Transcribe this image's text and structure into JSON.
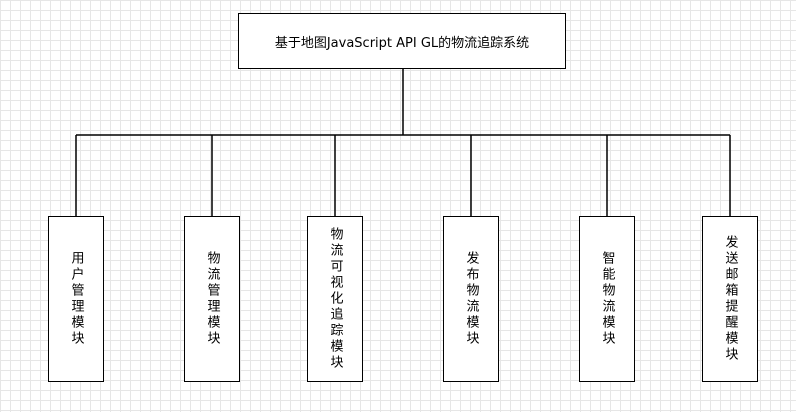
{
  "diagram": {
    "root": {
      "label": "基于地图JavaScript API GL的物流追踪系统"
    },
    "modules": [
      {
        "label": "用户管理模块"
      },
      {
        "label": "物流管理模块"
      },
      {
        "label": "物流可视化追踪模块"
      },
      {
        "label": "发布物流模块"
      },
      {
        "label": "智能物流模块"
      },
      {
        "label": "发送邮箱提醒模块"
      }
    ]
  }
}
